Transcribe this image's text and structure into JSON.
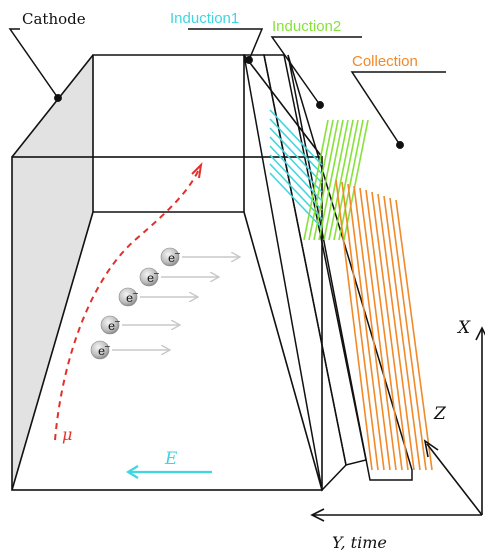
{
  "labels": {
    "cathode": "Cathode",
    "induction1": "Induction1",
    "induction2": "Induction2",
    "collection": "Collection",
    "electron": "e",
    "electron_sup": "−",
    "muon": "μ",
    "efield": "E",
    "axis_x": "X",
    "axis_z": "Z",
    "axis_y": "Y, time"
  },
  "colors": {
    "induction1": "#3fd6df",
    "induction2": "#86e23a",
    "collection": "#f08a2a",
    "muon": "#e0302a",
    "efield": "#3fd6df",
    "frame": "#111111",
    "cathode_fill": "#e2e2e2"
  },
  "electron_count": 5
}
